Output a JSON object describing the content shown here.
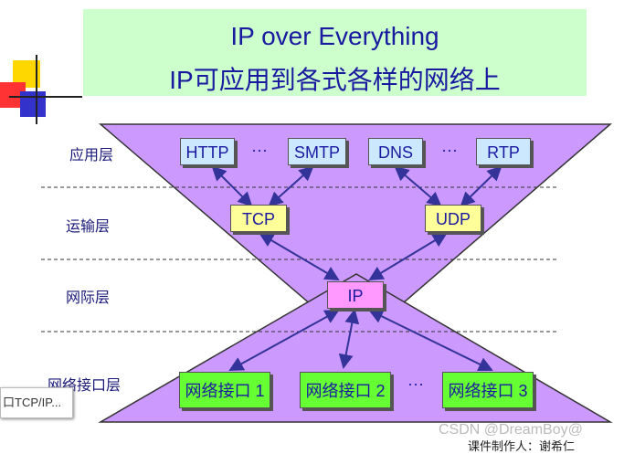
{
  "title": {
    "line1": "IP over Everything",
    "line2": "IP可应用到各式各样的网络上"
  },
  "layers": [
    "应用层",
    "运输层",
    "网际层",
    "网络接口层"
  ],
  "application_protocols": [
    "HTTP",
    "SMTP",
    "DNS",
    "RTP"
  ],
  "transport_protocols": [
    "TCP",
    "UDP"
  ],
  "network_protocol": "IP",
  "network_interfaces": [
    "网络接口 1",
    "网络接口 2",
    "网络接口 3"
  ],
  "ellipsis": "···",
  "side_tab": "口TCP/IP...",
  "watermark": "CSDN @DreamBoy@",
  "credit": "课件制作人：谢希仁",
  "colors": {
    "title_bg": "#ccffcc",
    "funnel": "#cc99ff",
    "application_box": "#cce8ff",
    "transport_box": "#ffff99",
    "ip_box": "#ff99ff",
    "interface_box": "#66ff33",
    "arrow": "#333399"
  }
}
